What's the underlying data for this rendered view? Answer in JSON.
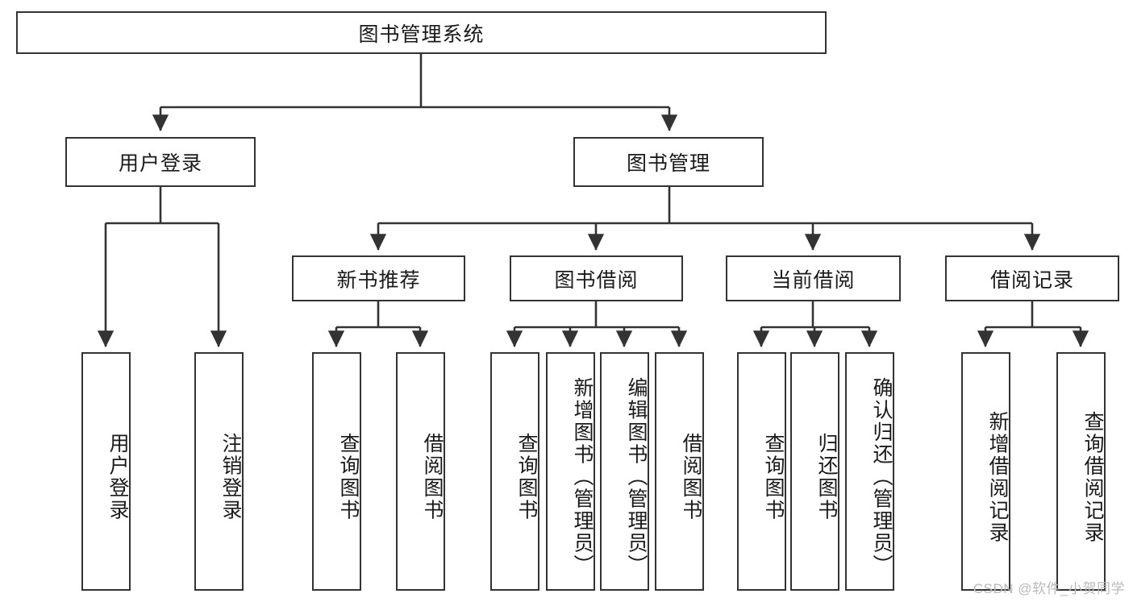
{
  "diagram": {
    "title": "图书管理系统",
    "type": "tree-hierarchy",
    "watermark": "CSDN @软件_小贺同学",
    "colors": {
      "box_border": "#333333",
      "box_fill": "#ffffff",
      "edge": "#333333",
      "text": "#1a1a1a",
      "watermark": "#b9b9b9"
    },
    "nodes": {
      "root": {
        "label": "图书管理系统"
      },
      "level2": [
        {
          "id": "user-login",
          "label": "用户登录"
        },
        {
          "id": "book-manage",
          "label": "图书管理"
        }
      ],
      "level3": [
        {
          "id": "new-book-recommend",
          "label": "新书推荐"
        },
        {
          "id": "book-borrow",
          "label": "图书借阅"
        },
        {
          "id": "current-borrow",
          "label": "当前借阅"
        },
        {
          "id": "borrow-record",
          "label": "借阅记录"
        }
      ],
      "leaves": {
        "user-login": [
          {
            "id": "leaf-user-login",
            "label": "用户登录"
          },
          {
            "id": "leaf-user-logout",
            "label": "注销登录"
          }
        ],
        "new-book-recommend": [
          {
            "id": "leaf-query-book-1",
            "label": "查询图书"
          },
          {
            "id": "leaf-borrow-book-1",
            "label": "借阅图书"
          }
        ],
        "book-borrow": [
          {
            "id": "leaf-query-book-2",
            "label": "查询图书"
          },
          {
            "id": "leaf-add-book",
            "label": "新增图书（管理员）"
          },
          {
            "id": "leaf-edit-book",
            "label": "编辑图书（管理员）"
          },
          {
            "id": "leaf-borrow-book-2",
            "label": "借阅图书"
          }
        ],
        "current-borrow": [
          {
            "id": "leaf-query-book-3",
            "label": "查询图书"
          },
          {
            "id": "leaf-return-book",
            "label": "归还图书"
          },
          {
            "id": "leaf-confirm-return",
            "label": "确认归还（管理员）"
          }
        ],
        "borrow-record": [
          {
            "id": "leaf-add-record",
            "label": "新增借阅记录"
          },
          {
            "id": "leaf-query-record",
            "label": "查询借阅记录"
          }
        ]
      }
    }
  }
}
